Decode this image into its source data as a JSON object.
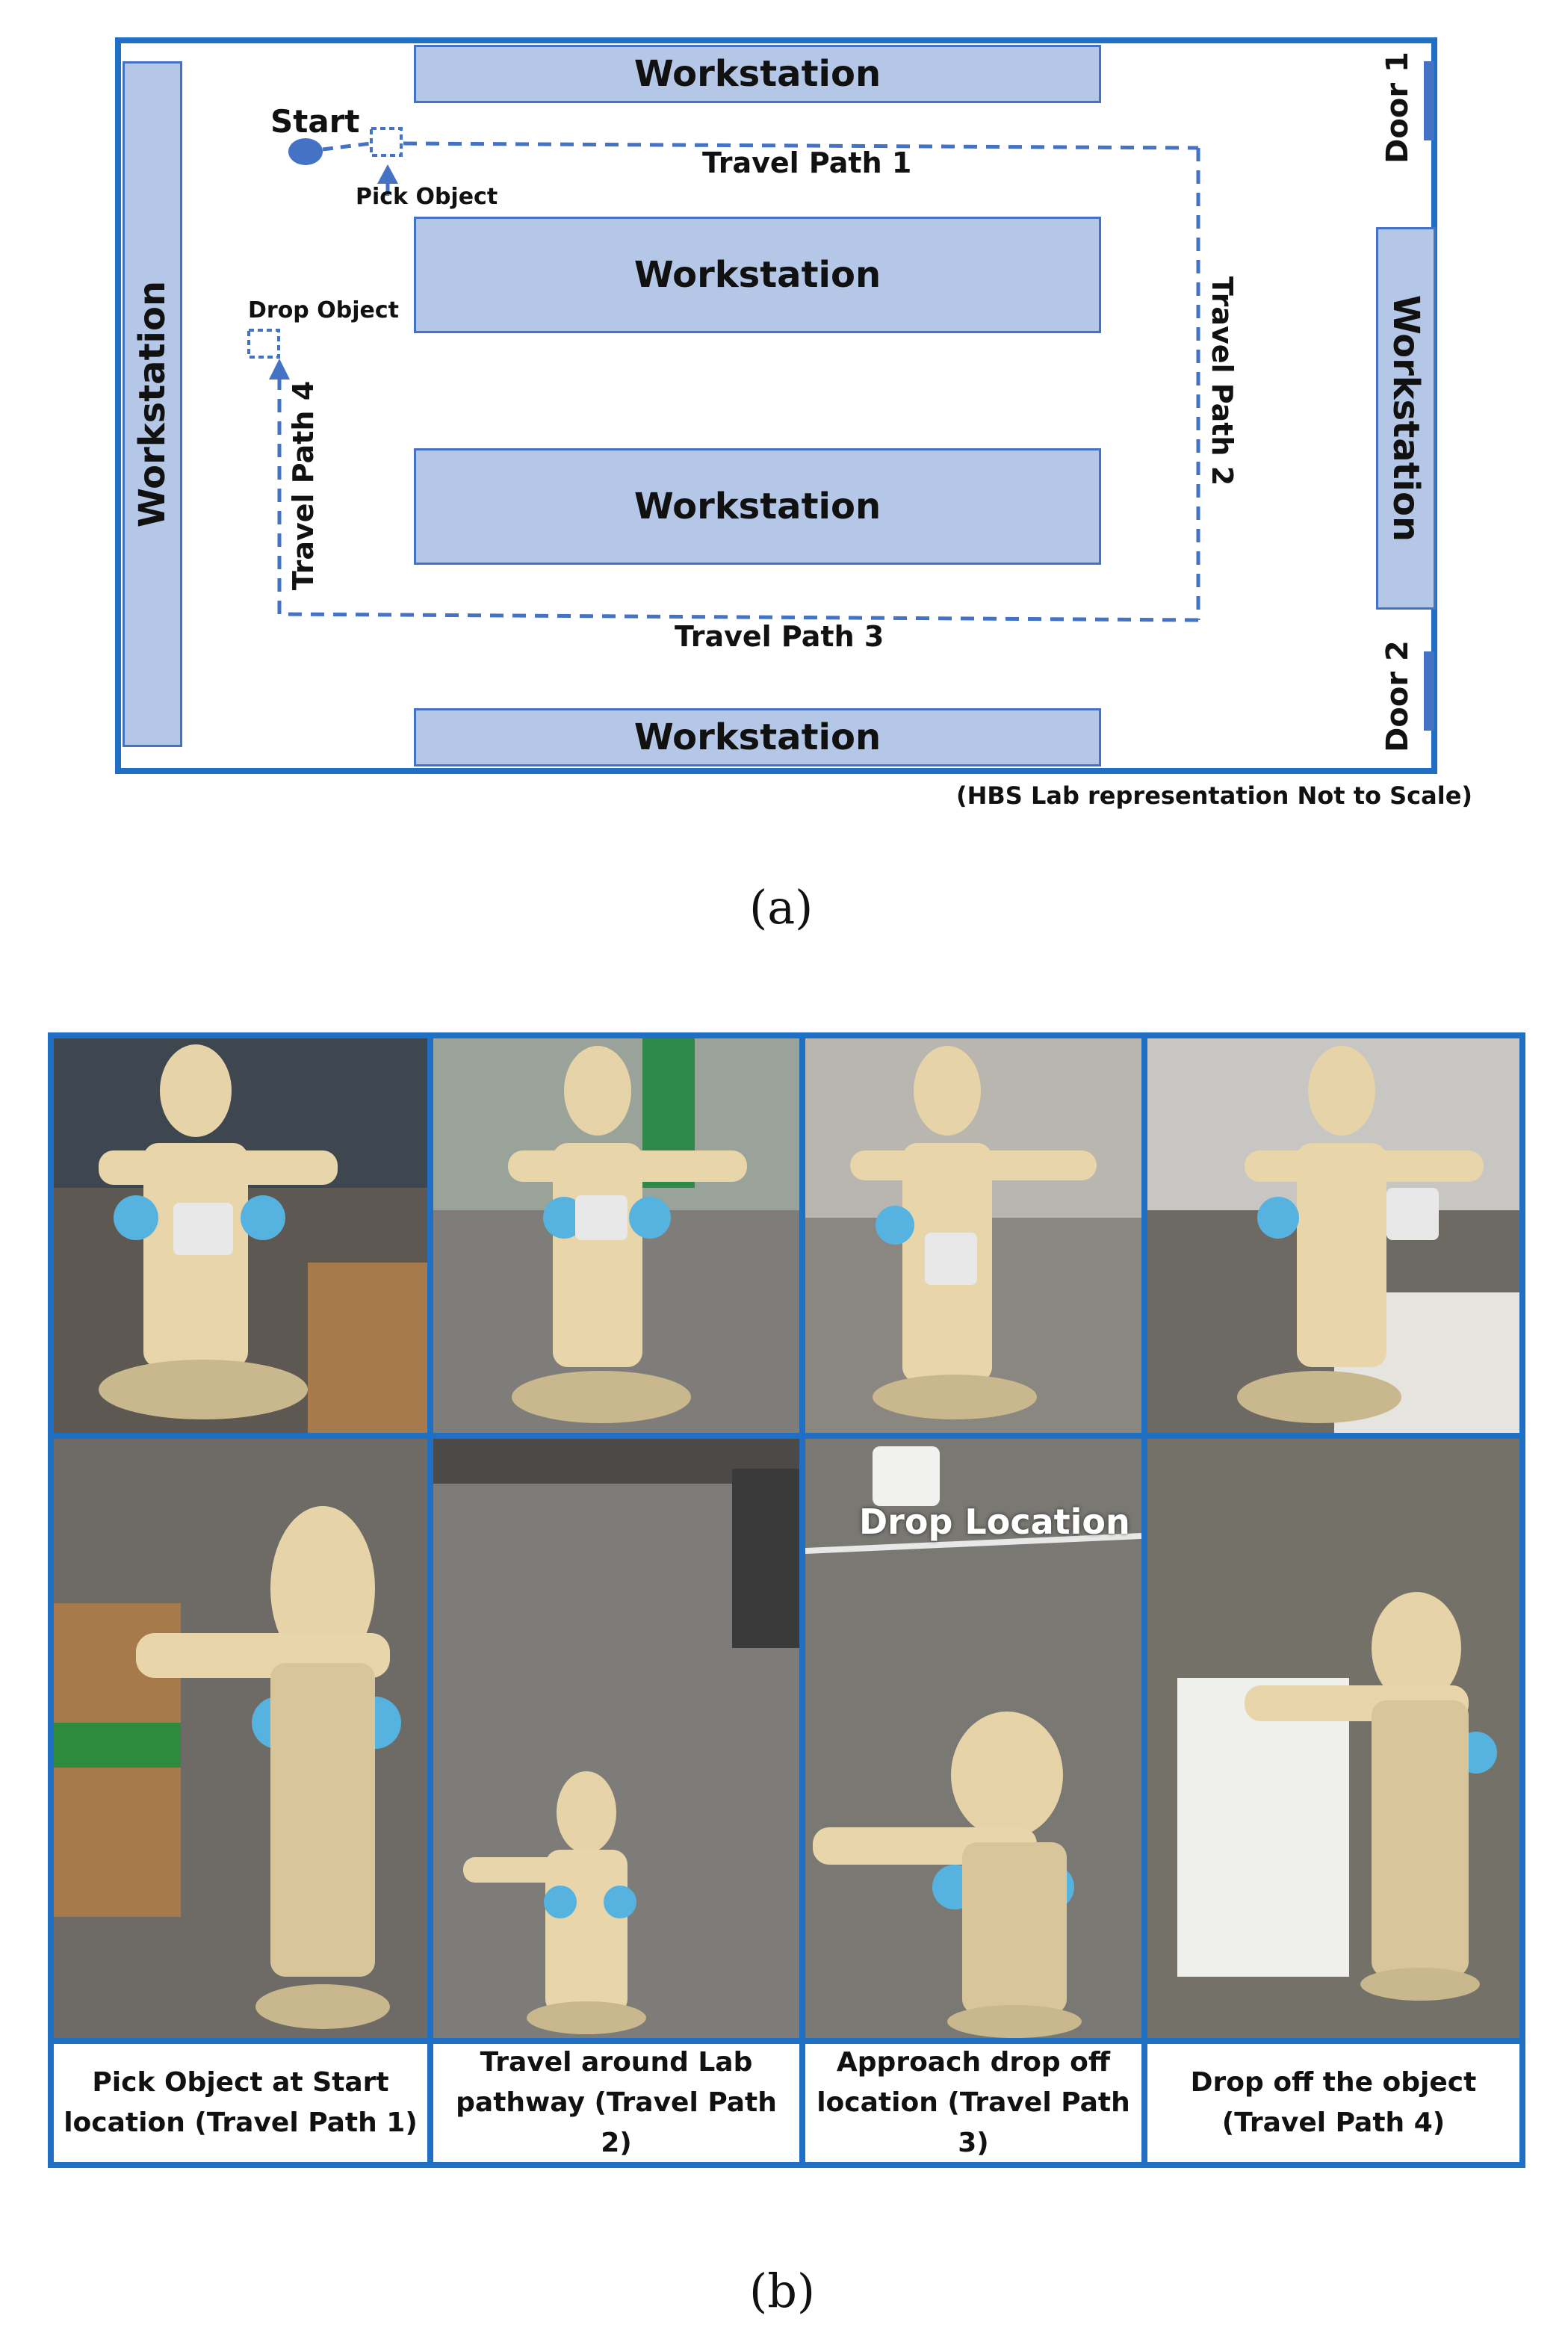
{
  "panel_a": {
    "workstations": [
      "Workstation",
      "Workstation",
      "Workstation",
      "Workstation",
      "Workstation",
      "Workstation"
    ],
    "doors": [
      "Door 1",
      "Door 2"
    ],
    "start_label": "Start",
    "pick_label": "Pick Object",
    "drop_label": "Drop Object",
    "paths": [
      "Travel Path 1",
      "Travel Path 2",
      "Travel Path 3",
      "Travel Path 4"
    ],
    "note": "(HBS Lab representation Not to Scale)",
    "panel_label": "(a)",
    "colors": {
      "workstation_fill": "#b4c7e7",
      "border_blue": "#1f6fc5",
      "path_blue": "#4472c4"
    }
  },
  "panel_b": {
    "overlay_text": "Drop Location",
    "captions": [
      [
        "Pick Object at Start",
        "location (Travel Path 1)"
      ],
      [
        "Travel around Lab",
        "pathway (Travel Path 2)"
      ],
      [
        "Approach drop off",
        "location (Travel Path 3)"
      ],
      [
        "Drop off the object",
        "(Travel Path 4)"
      ]
    ],
    "panel_label": "(b)"
  }
}
